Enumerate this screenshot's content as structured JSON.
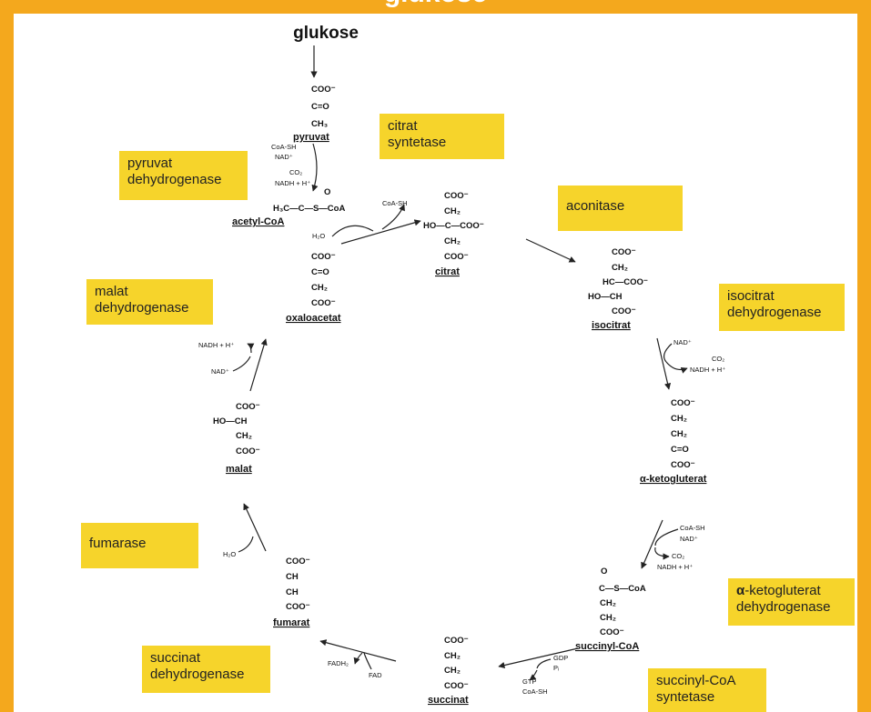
{
  "banner_title": "glukose",
  "start": {
    "label": "glukose"
  },
  "enzymes": [
    {
      "id": "citrat-syntetase",
      "line1": "citrat",
      "line2": "syntetase"
    },
    {
      "id": "pyruvat-dehydrogenase",
      "line1": "pyruvat",
      "line2": "dehydrogenase"
    },
    {
      "id": "aconitase",
      "line1": "aconitase",
      "line2": ""
    },
    {
      "id": "malat-dehydrogenase",
      "line1": "malat",
      "line2": "dehydrogenase"
    },
    {
      "id": "isocitrat-dehydrogenase",
      "line1": "isocitrat",
      "line2": "dehydrogenase"
    },
    {
      "id": "fumarase",
      "line1": "fumarase",
      "line2": ""
    },
    {
      "id": "ketogluterat-dehydrogenase",
      "symbol": "α",
      "line1": "-ketogluterat",
      "line2": "dehydrogenase"
    },
    {
      "id": "succinat-dehydrogenase",
      "line1": "succinat",
      "line2": "dehydrogenase"
    },
    {
      "id": "succinyl-coa-syntetase",
      "line1": "succinyl-CoA",
      "line2": "syntetase"
    }
  ],
  "molecules": {
    "pyruvat": {
      "label": "pyruvat",
      "structure": [
        "COO⁻",
        "C=O",
        "CH₃"
      ]
    },
    "acetyl_coa": {
      "label": "acetyl-CoA",
      "structure": [
        "O",
        "H₃C—C—S—CoA"
      ]
    },
    "citrat": {
      "label": "citrat",
      "structure": [
        "COO⁻",
        "CH₂",
        "HO—C—COO⁻",
        "CH₂",
        "COO⁻"
      ]
    },
    "isocitrat": {
      "label": "isocitrat",
      "structure": [
        "COO⁻",
        "CH₂",
        "HC—COO⁻",
        "HO—CH",
        "COO⁻"
      ]
    },
    "ketogluterat": {
      "label": "α-ketogluterat",
      "structure": [
        "COO⁻",
        "CH₂",
        "CH₂",
        "C=O",
        "COO⁻"
      ]
    },
    "succinyl_coa": {
      "label": "succinyl-CoA",
      "structure": [
        "O",
        "C—S—CoA",
        "CH₂",
        "CH₂",
        "COO⁻"
      ]
    },
    "succinat": {
      "label": "succinat",
      "structure": [
        "COO⁻",
        "CH₂",
        "CH₂",
        "COO⁻"
      ]
    },
    "fumarat": {
      "label": "fumarat",
      "structure": [
        "COO⁻",
        "CH",
        "CH",
        "COO⁻"
      ]
    },
    "malat": {
      "label": "malat",
      "structure": [
        "COO⁻",
        "HO—CH",
        "CH₂",
        "COO⁻"
      ]
    },
    "oxaloacetat": {
      "label": "oxaloacetat",
      "structure": [
        "COO⁻",
        "C=O",
        "CH₂",
        "COO⁻"
      ]
    }
  },
  "cofactors": {
    "pdh": [
      "CoA-SH",
      "NAD⁺",
      "CO₂",
      "NADH + H⁺"
    ],
    "cs": [
      "H₂O",
      "CoA-SH"
    ],
    "idh": [
      "NAD⁺",
      "CO₂",
      "NADH + H⁺"
    ],
    "kgdh": [
      "CoA-SH",
      "NAD⁺",
      "CO₂",
      "NADH + H⁺"
    ],
    "scs": [
      "GDP",
      "Pᵢ",
      "GTP",
      "CoA-SH"
    ],
    "sdh": [
      "FADH₂",
      "FAD"
    ],
    "fum": [
      "H₂O"
    ],
    "mdh": [
      "NADH + H⁺",
      "NAD⁺"
    ]
  },
  "colors": {
    "frame": "#f4a81d",
    "enzyme_box": "#f6d42b"
  }
}
